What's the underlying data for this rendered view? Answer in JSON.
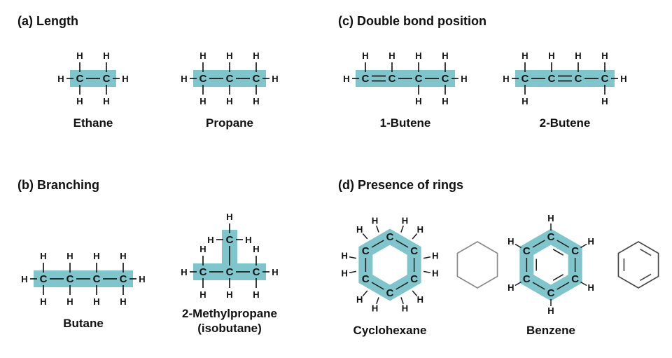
{
  "colors": {
    "highlight": "#7fc5cb",
    "bond": "#1a1a1a",
    "text": "#111111",
    "shorthand_plain": "#8a8a8a",
    "shorthand_kekule": "#4a4a4a"
  },
  "atoms": {
    "carbon": "C",
    "hydrogen": "H"
  },
  "panels": {
    "a": {
      "title": "(a) Length",
      "molecules": [
        {
          "name": "Ethane",
          "kind": "chain",
          "carbons": [
            {
              "top": true,
              "bottom": true,
              "left": true
            },
            {
              "top": true,
              "bottom": true,
              "right": true
            }
          ],
          "bonds": [
            "single"
          ]
        },
        {
          "name": "Propane",
          "kind": "chain",
          "carbons": [
            {
              "top": true,
              "bottom": true,
              "left": true
            },
            {
              "top": true,
              "bottom": true
            },
            {
              "top": true,
              "bottom": true,
              "right": true
            }
          ],
          "bonds": [
            "single",
            "single"
          ]
        }
      ]
    },
    "b": {
      "title": "(b) Branching",
      "molecules": [
        {
          "name": "Butane",
          "kind": "chain",
          "carbons": [
            {
              "top": true,
              "bottom": true,
              "left": true
            },
            {
              "top": true,
              "bottom": true
            },
            {
              "top": true,
              "bottom": true
            },
            {
              "top": true,
              "bottom": true,
              "right": true
            }
          ],
          "bonds": [
            "single",
            "single",
            "single"
          ]
        },
        {
          "name": "2-Methylpropane",
          "sublabel": "(isobutane)",
          "kind": "branched",
          "carbons": [
            {
              "top": true,
              "bottom": true,
              "left": true
            },
            {
              "bottom": true
            },
            {
              "top": true,
              "bottom": true,
              "right": true
            }
          ],
          "bonds": [
            "single",
            "single"
          ],
          "branch_index": 1,
          "branch": {
            "top": true,
            "left": true,
            "right": true
          }
        }
      ]
    },
    "c": {
      "title": "(c) Double bond position",
      "molecules": [
        {
          "name": "1-Butene",
          "kind": "chain",
          "carbons": [
            {
              "top": true,
              "left": true
            },
            {
              "top": true
            },
            {
              "top": true,
              "bottom": true
            },
            {
              "top": true,
              "bottom": true,
              "right": true
            }
          ],
          "bonds": [
            "double",
            "single",
            "single"
          ]
        },
        {
          "name": "2-Butene",
          "kind": "chain",
          "carbons": [
            {
              "top": true,
              "bottom": true,
              "left": true
            },
            {
              "top": true
            },
            {
              "top": true
            },
            {
              "top": true,
              "bottom": true,
              "right": true
            }
          ],
          "bonds": [
            "single",
            "double",
            "single"
          ]
        }
      ]
    },
    "d": {
      "title": "(d) Presence of rings",
      "molecules": [
        {
          "name": "Cyclohexane",
          "kind": "ring",
          "h_per_carbon": 2,
          "double_bonds": false,
          "shorthand": "plain"
        },
        {
          "name": "Benzene",
          "kind": "ring",
          "h_per_carbon": 1,
          "double_bonds": true,
          "shorthand": "kekule"
        }
      ]
    }
  }
}
